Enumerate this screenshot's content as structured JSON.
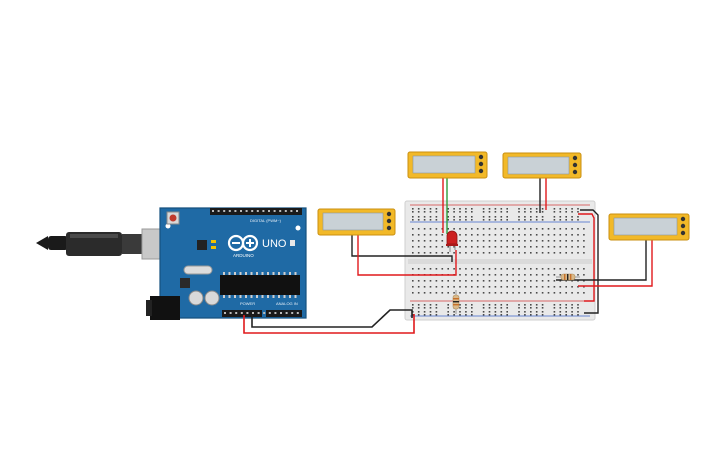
{
  "arduino": {
    "model": "UNO",
    "brand": "ARDUINO",
    "digital_label": "DIGITAL (PWM~)",
    "power_label": "POWER",
    "analog_label": "ANALOG IN"
  },
  "colors": {
    "board": "#1f6aa5",
    "board_dark": "#16527f",
    "breadboard": "#e9e9e9",
    "rail_red": "#d23a3a",
    "rail_blue": "#3a63c9",
    "wire_red": "#e0191c",
    "wire_black": "#222222",
    "wire_green": "#2e9d3a",
    "meter_frame": "#f2b928",
    "meter_screen": "#c9d1d6",
    "led_red": "#cc1f1f",
    "resistor_body": "#d9b98a"
  },
  "meters": [
    {
      "id": "meter-1",
      "label": ""
    },
    {
      "id": "meter-2",
      "label": ""
    },
    {
      "id": "meter-3",
      "label": ""
    },
    {
      "id": "meter-4",
      "label": ""
    }
  ],
  "components": {
    "led": "red-led",
    "resistors": 2,
    "usb_cable": "usb-b-cable"
  }
}
